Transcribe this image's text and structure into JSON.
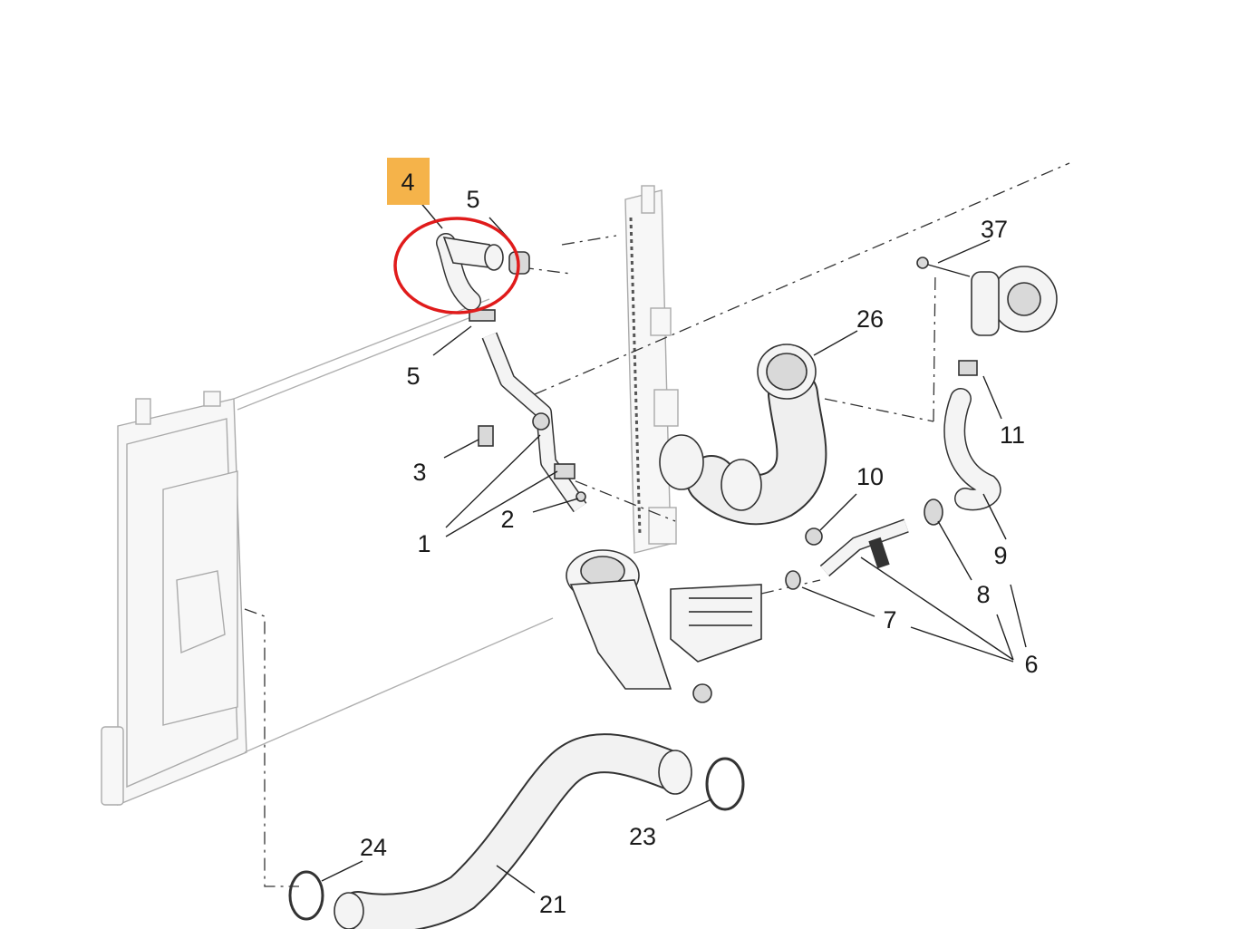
{
  "diagram": {
    "highlight": {
      "label": "4",
      "fill": "#f5b34a",
      "circle_color": "#e01b1b"
    },
    "callouts": [
      "5",
      "5",
      "3",
      "1",
      "2",
      "37",
      "26",
      "11",
      "10",
      "9",
      "8",
      "7",
      "6",
      "24",
      "23",
      "21"
    ]
  }
}
